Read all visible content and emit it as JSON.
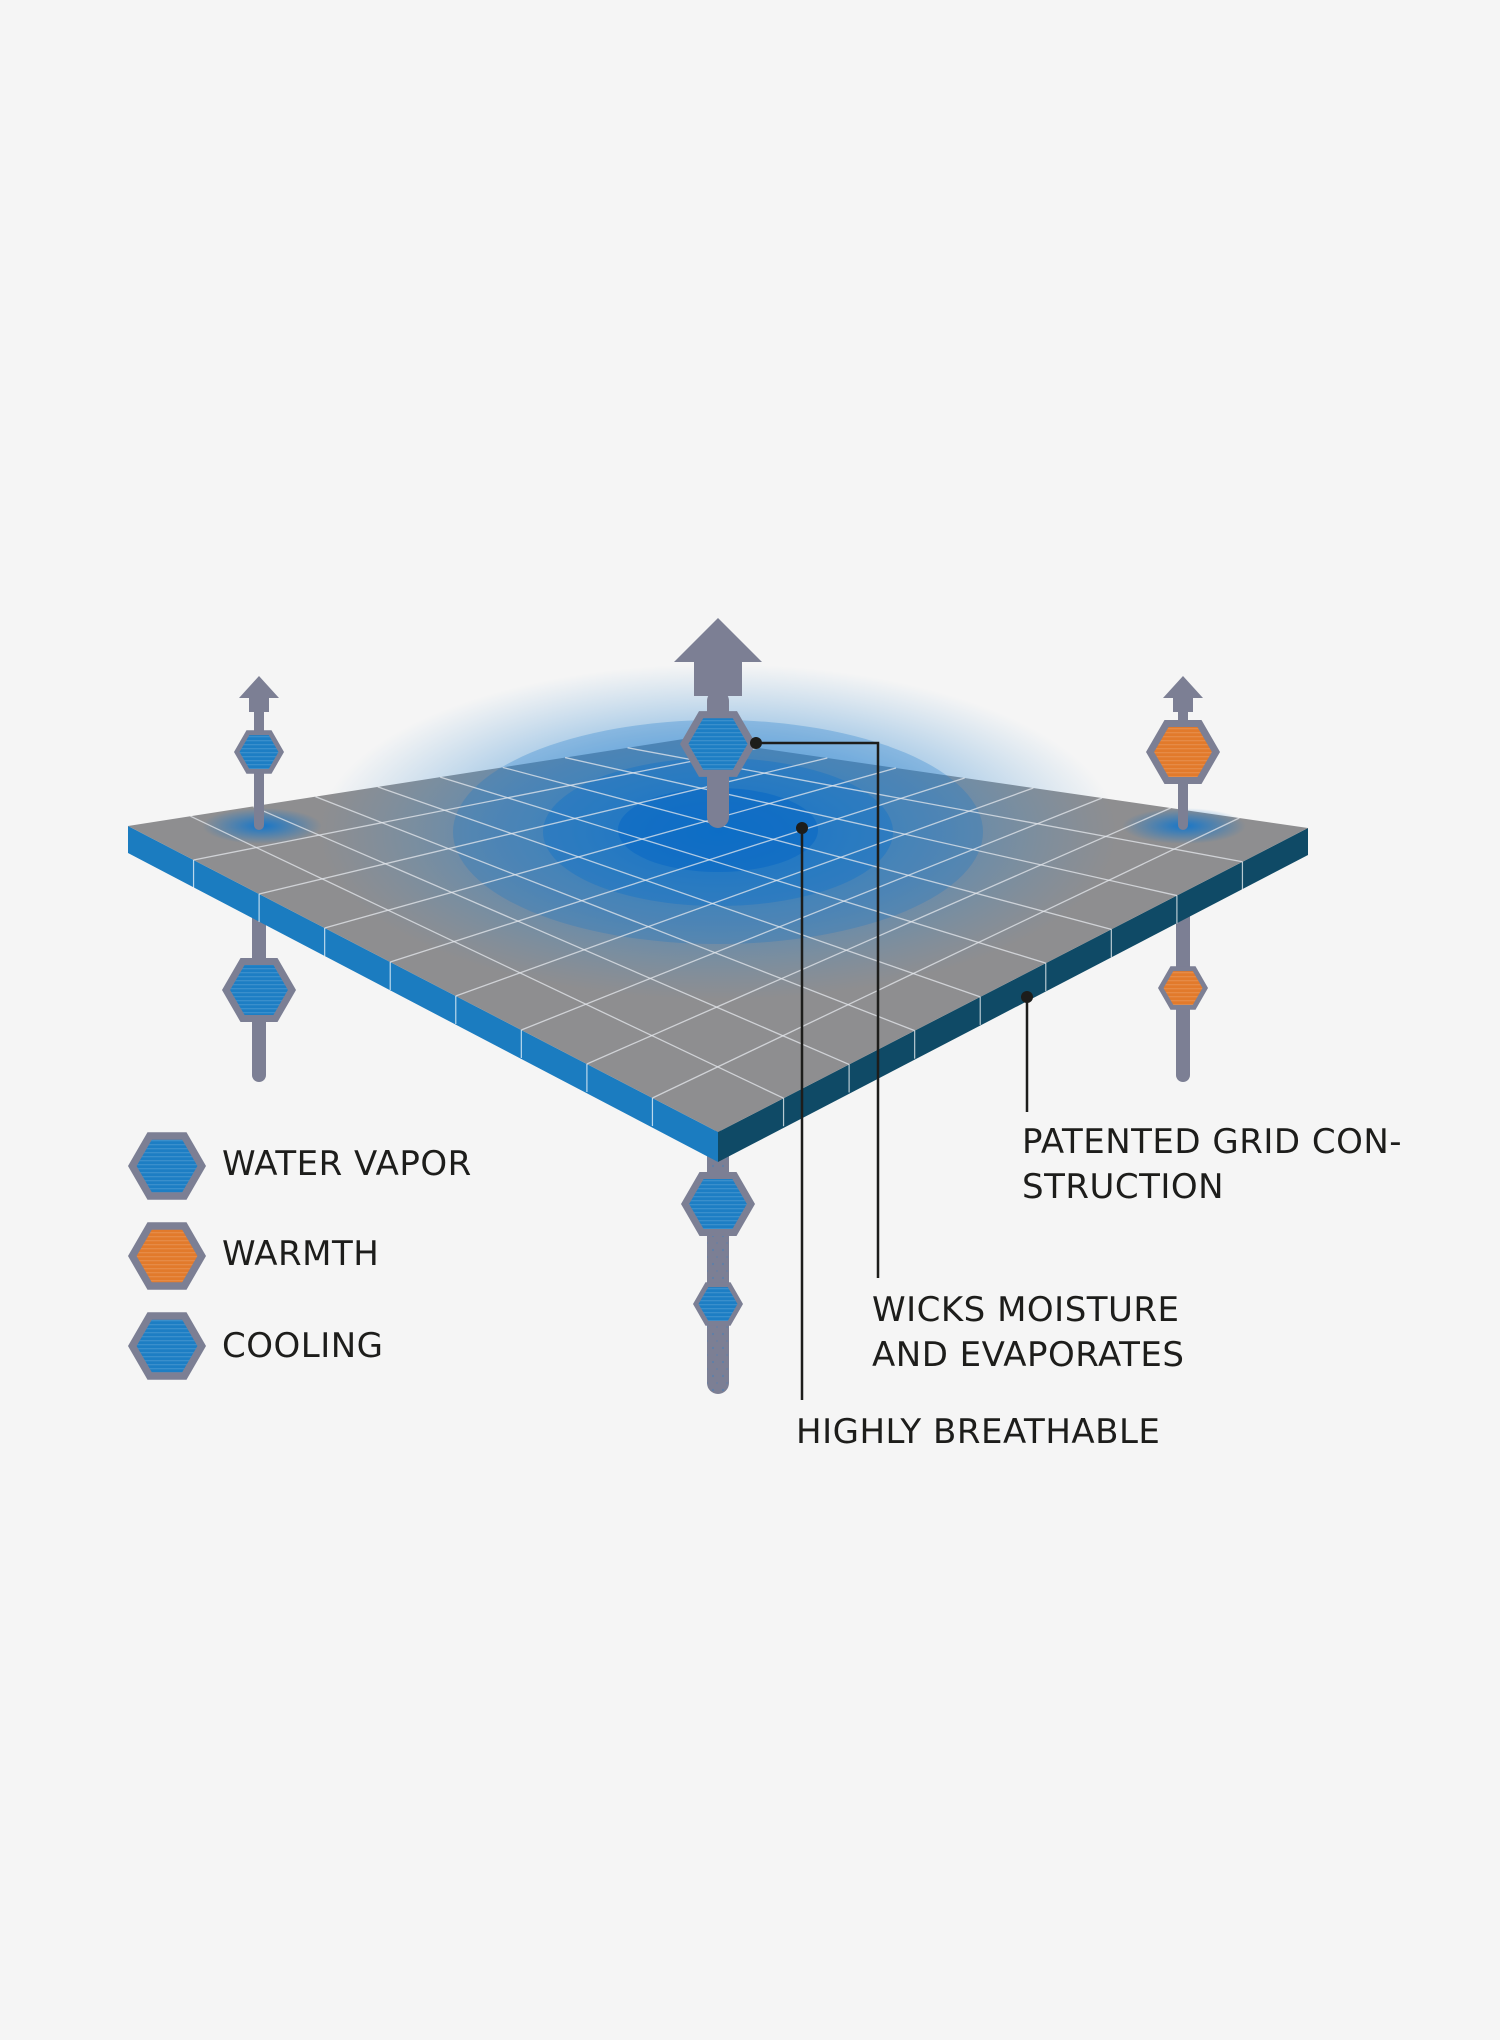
{
  "colors": {
    "background": "#f5f5f5",
    "fabric_top": "#8e8e90",
    "edge_front": "#1b7cc0",
    "edge_side": "#0f4a66",
    "grid_line": "#e6e9ee",
    "stem": "#7c7f94",
    "water": "#1d7ec4",
    "warm": "#e27a2b",
    "cool": "#1d7ec4",
    "leader": "#1d1d1b"
  },
  "legend": [
    {
      "label": "WATER VAPOR",
      "icon": "water-vapor-hexagon-icon",
      "color": "#1d7ec4"
    },
    {
      "label": "WARMTH",
      "icon": "warmth-hexagon-icon",
      "color": "#e27a2b"
    },
    {
      "label": "COOLING",
      "icon": "cooling-hexagon-icon",
      "color": "#1d7ec4"
    }
  ],
  "callouts": {
    "grid": "PATENTED GRID CON-\nSTRUCTION",
    "wicks": "WICKS MOISTURE\nAND EVAPORATES",
    "breathable": "HIGHLY BREATHABLE"
  }
}
